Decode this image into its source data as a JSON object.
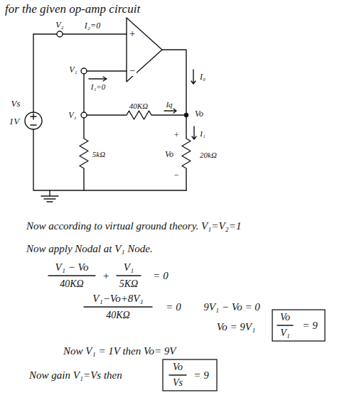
{
  "diagram": {
    "title": "for the given op-amp circuit",
    "labels": [
      "V₂",
      "I₂=0",
      "+",
      "V₁",
      "I₁=0",
      "−",
      "Vs",
      "1V",
      "V₁",
      "40KΩ",
      "Iq",
      "I₀",
      "Vo",
      "+",
      "I₁",
      "Vo",
      "20kΩ",
      "−",
      "5kΩ",
      "Now according to virtual ground theory. V₁=V₂=1",
      "Now apply Nodal at V₁ Node.",
      "V₁ − Vo",
      "40KΩ",
      "+",
      "V₁",
      "5KΩ",
      "= 0",
      "V₁−Vo+8V₁",
      "40KΩ",
      "= 0",
      "9V₁ − Vo = 0",
      "Vo = 9V₁",
      "Vo",
      "V₁",
      "= 9",
      "Now V₁ = 1V then Vo= 9V",
      "Now gain V₁=Vs then",
      "Vo",
      "Vs",
      "= 9"
    ]
  }
}
